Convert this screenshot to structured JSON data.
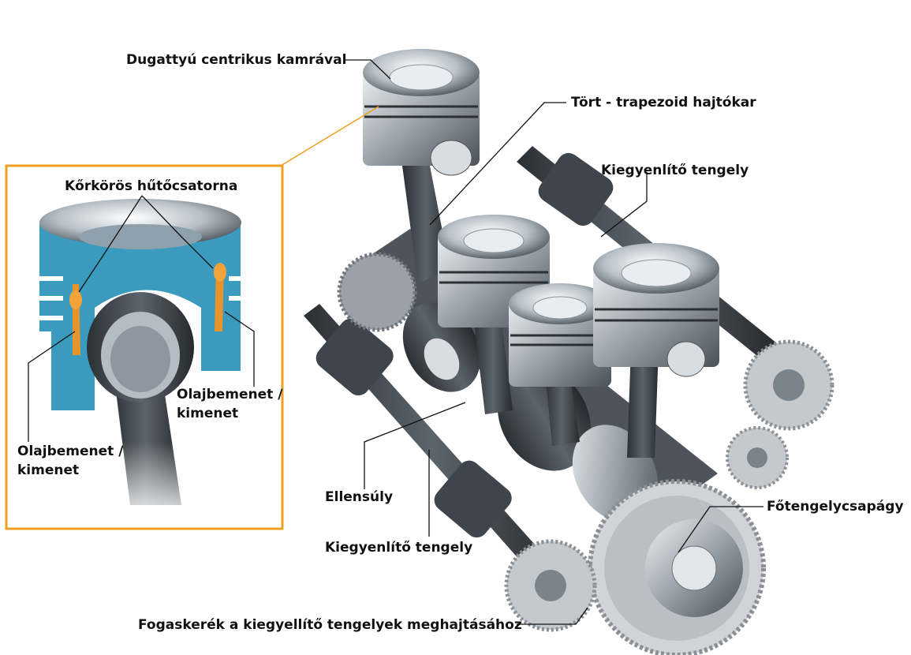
{
  "labels": {
    "piston_top": "Dugattyú centrikus kamrával",
    "conrod": "Tört - trapezoid hajtókar",
    "balance_shaft_right": "Kiegyenlítő tengely",
    "cooling_channel": "Kőrkörös hűtőcsatorna",
    "oil_inout_right_1": "Olajbemenet /",
    "oil_inout_right_2": "kimenet",
    "oil_inout_left_1": "Olajbemenet /",
    "oil_inout_left_2": "kimenet",
    "counterweight": "Ellensúly",
    "balance_shaft_bottom": "Kiegyenlítő tengely",
    "main_bearing": "Főtengelycsapágy",
    "gear_drive": "Fogaskerék a kiegyellítő tengelyek meghajtásához"
  },
  "colors": {
    "inset_border": "#f0a020",
    "piston_section": "#3a9bbf",
    "oil_channel": "#e8942a",
    "metal_dark": "#3a4046",
    "metal_light": "#c9ced3"
  },
  "icons": [
    "piston-illustration",
    "crankshaft-illustration",
    "gear-illustration",
    "piston-section-illustration"
  ]
}
